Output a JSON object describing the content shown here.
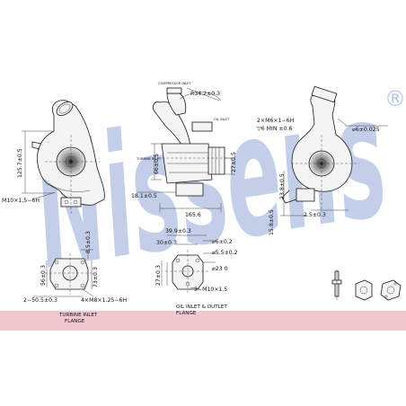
{
  "brand": {
    "watermark_text": "Nissens",
    "registered_mark": "®",
    "watermark_color": "#b9c6e6",
    "band_color": "#f0c8d0"
  },
  "dimensions": {
    "top_center_radius": "R34.2±0.3",
    "top_right_thread": "2×M6×1−6H",
    "top_right_depth": "▽6 MIN ±0.6",
    "top_right_bore": "⌀6±0.025",
    "left_height": "125.7±0.5",
    "left_thread": "M10×1.5−6H",
    "center_height": "66±0.5",
    "center_right_height": "27±0.5",
    "center_offset": "18.1±0.5",
    "center_width": "165.6",
    "right_offset_a": "23.8±0.5",
    "right_offset_b": "2.5±0.3",
    "right_height": "15.8±0.5",
    "oil_top_width": "39.9±0.3",
    "oil_spacing": "30±0.3",
    "oil_bolt_hole": "⌀6±0.2",
    "oil_pitch": "⌀5.5±0.2",
    "oil_bore": "⌀23 0",
    "oil_height": "27±0.3",
    "oil_thread": "3−M10×1.5",
    "turbine_top": "8.5±0.3",
    "turbine_left": "56±0.3",
    "turbine_right": "73±0.3",
    "turbine_bottom": "2−50.5±0.3",
    "turbine_thread": "4×M8×1.25−6H"
  },
  "captions": {
    "turbine_flange": [
      "TURBINE INLET",
      "FLANGE"
    ],
    "oil_flange": [
      "OIL INLET & OUTLET",
      "FLANGE"
    ]
  },
  "small_labels": {
    "compressor": "COMPRESSOR INLET",
    "turbine": "TURBINE INLET",
    "oil": "OIL INLET"
  }
}
